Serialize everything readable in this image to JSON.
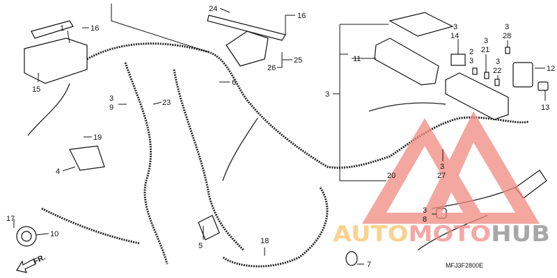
{
  "diagram": {
    "callouts": {
      "c1": "1",
      "c16a": "16",
      "c15": "15",
      "c24": "24",
      "c16b": "16",
      "c25": "25",
      "c26": "26",
      "c6": "6",
      "c3a": "3",
      "c9": "9",
      "c23": "23",
      "c19": "19",
      "c4": "4",
      "c17": "17",
      "c10": "10",
      "c5": "5",
      "c18": "18",
      "c7": "7",
      "c11": "11",
      "c3b": "3",
      "c3c": "3",
      "c14": "14",
      "c2": "2",
      "c3d": "3",
      "c3e": "3",
      "c21": "21",
      "c3f": "3",
      "c28": "28",
      "c3g": "3",
      "c22": "22",
      "c12": "12",
      "c13": "13",
      "c3h": "3",
      "c27": "27",
      "c20": "20",
      "c3i": "3",
      "c8": "8"
    },
    "direction_label": "FR.",
    "drawing_code": "MFJ3F2800E"
  },
  "watermark": {
    "text_part1": "AUTO",
    "text_part2": "MOTO",
    "text_part3": "HUB",
    "colors": {
      "auto": "#f7c46a",
      "moto": "#f28a8a",
      "hub": "#8a8a8a",
      "triangle": "#f08a80"
    }
  }
}
